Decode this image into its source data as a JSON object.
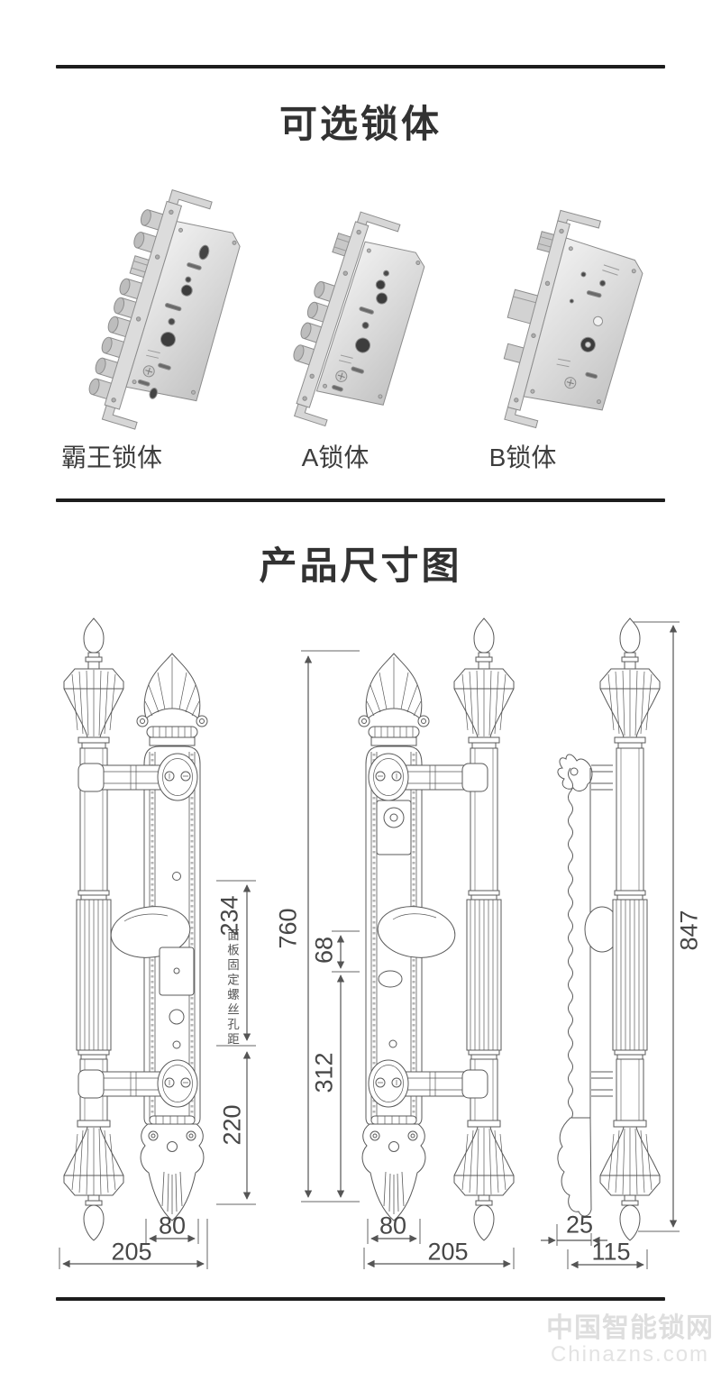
{
  "sections": {
    "lock_bodies": {
      "title": "可选锁体",
      "items": [
        {
          "label": "霸王锁体"
        },
        {
          "label": "A锁体"
        },
        {
          "label": "B锁体"
        }
      ]
    },
    "dimensions": {
      "title": "产品尺寸图",
      "screw_note": "面板固定螺丝孔距",
      "dims": {
        "screw_span": "234",
        "bottom_span": "220",
        "plate_height": "760",
        "knob_offset": "68",
        "lower_section": "312",
        "handle_total": "847",
        "plate_width_left": "80",
        "total_width_left": "205",
        "plate_width_mid": "80",
        "total_width_mid": "205",
        "profile_thickness": "25",
        "profile_depth": "115"
      }
    }
  },
  "watermark": {
    "line1": "中国智能锁网",
    "line2": "Chinazns.com"
  },
  "colors": {
    "separator": "#1d1d1d",
    "heading": "#323232",
    "line_art": "#5a5a5a",
    "dim_text": "#474747",
    "watermark": "#dedede"
  }
}
